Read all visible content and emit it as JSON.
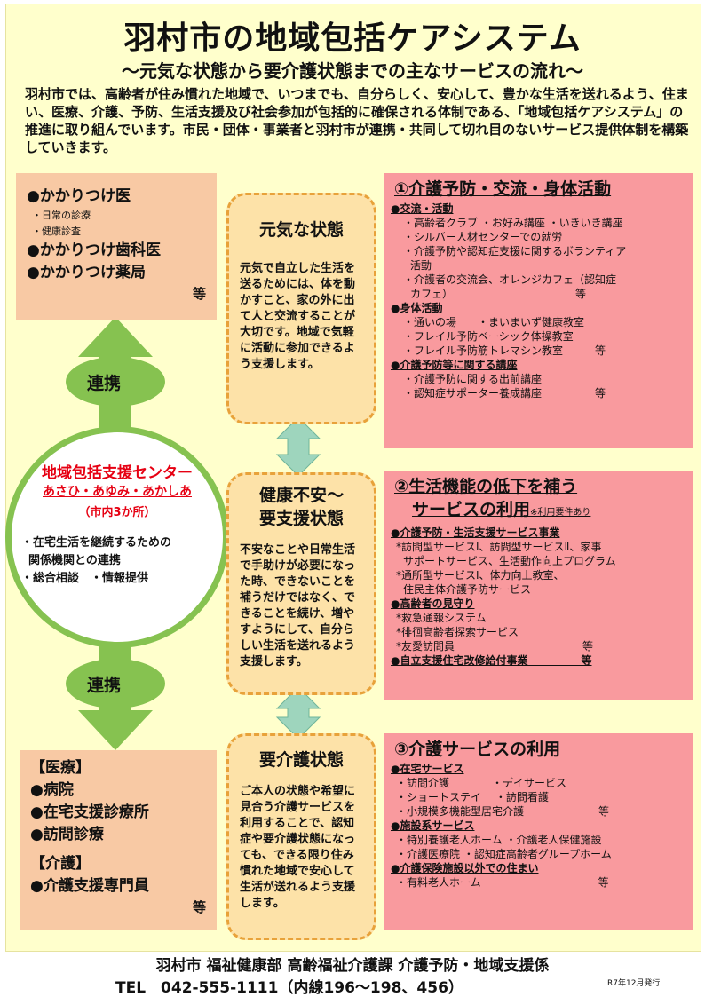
{
  "title": "羽村市の地域包括ケアシステム",
  "subtitle": "～元気な状態から要介護状態までの主なサービスの流れ～",
  "intro": "羽村市では、高齢者が住み慣れた地域で、いつまでも、自分らしく、安心して、豊かな生活を送れるよう、住まい、医療、介護、予防、生活支援及び社会参加が包括的に確保される体制である、「地域包括ケアシステム」の推進に取り組んでいます。市民・団体・事業者と羽村市が連携・共同して切れ目のないサービス提供体制を構築していきます。",
  "top_left": {
    "item1": "●かかりつけ医",
    "sub1": "・日常の診療",
    "sub2": "・健康診査",
    "item2": "●かかりつけ歯科医",
    "item3": "●かかりつけ薬局",
    "tou": "等"
  },
  "renkei_top": "連携",
  "renkei_bottom": "連携",
  "center": {
    "title": "地域包括支援センター",
    "names": "あさひ・あゆみ・あかしあ",
    "count": "（市内3か所）",
    "line1": "・在宅生活を継続するための",
    "line2": "関係機関との連携",
    "line3": "・総合相談　・情報提供"
  },
  "bottom_left": {
    "h1": "【医療】",
    "i1": "●病院",
    "i2": "●在宅支援診療所",
    "i3": "●訪問診療",
    "h2": "【介護】",
    "i4": "●介護支援専門員",
    "tou": "等"
  },
  "stage1": {
    "head": "元気な状態",
    "body": "元気で自立した生活を送るためには、体を動かすこと、家の外に出て人と交流することが大切です。地域で気軽に活動に参加できるよう支援します。"
  },
  "stage2": {
    "head1": "健康不安～",
    "head2": "要支援状態",
    "body": "不安なことや日常生活で手助けが必要になった時、できないことを補うだけではなく、できることを続け、増やすようにして、自分らしい生活を送れるよう支援します。"
  },
  "stage3": {
    "head": "要介護状態",
    "body": "ご本人の状態や希望に見合う介護サービスを利用することで、認知症や要介護状態になっても、できる限り住み慣れた地域で安心して生活が送れるよう支援します。"
  },
  "panel1": {
    "title": "①介護予防・交流・身体活動",
    "h1": "●交流・活動",
    "l1": "・高齢者クラブ ・お好み講座 ・いきいき講座",
    "l2": "・シルバー人材センターでの就労",
    "l3": "・介護予防や認知症支援に関するボランティア",
    "l3b": "活動",
    "l4": "・介護者の交流会、オレンジカフェ（認知症",
    "l4b": "カフェ）　　　　　　　　　　　　等",
    "h2": "●身体活動",
    "l5": "・通いの場　　・まいまいず健康教室",
    "l6": "・フレイル予防ベーシック体操教室",
    "l7": "・フレイル予防筋トレマシン教室　　　等",
    "h3": "●介護予防等に関する講座",
    "l8": "・介護予防に関する出前講座",
    "l9": "・認知症サポーター養成講座　　　　　等"
  },
  "panel2": {
    "title1": "②生活機能の低下を補う",
    "title2": "サービスの利用",
    "note": "※利用要件あり",
    "h1": "●介護予防・生活支援サービス事業",
    "l1": "*訪問型サービスⅠ、訪問型サービスⅡ、家事",
    "l1b": "サポートサービス、生活動作向上プログラム",
    "l2": "*通所型サービスⅠ、体力向上教室、",
    "l2b": "住民主体介護予防サービス",
    "h2": "●高齢者の見守り",
    "l3": "*救急通報システム",
    "l4": "*徘徊高齢者探索サービス",
    "l5": "*友愛訪問員　　　　　　　　　　　　等",
    "h3": "●自立支援住宅改修給付事業　　　　　等"
  },
  "panel3": {
    "title": "③介護サービスの利用",
    "h1": "●在宅サービス",
    "l1": "・訪問介護　　　　・デイサービス",
    "l2": "・ショートステイ　 ・訪問看護",
    "l3": "・小規模多機能型居宅介護　　　　　　　等",
    "h2": "●施設系サービス",
    "l4": "・特別養護老人ホーム ・介護老人保健施設",
    "l5": "・介護医療院 ・認知症高齢者グループホーム",
    "h3": "●介護保険施設以外での住まい",
    "l6": "・有料老人ホーム　　　　　　　　　　　等"
  },
  "footer": {
    "dept": "羽村市 福祉健康部 高齢福祉介護課 介護予防・地域支援係",
    "tel": "TEL　042-555-1111（内線196～198、456）",
    "issue": "R7年12月発行"
  },
  "colors": {
    "background": "#ffffcc",
    "salmon": "#f8c9a4",
    "pink": "#f99a9e",
    "stage": "#fde2a8",
    "green": "#86c250",
    "red": "#e60012",
    "teal": "#9ed5bd"
  }
}
